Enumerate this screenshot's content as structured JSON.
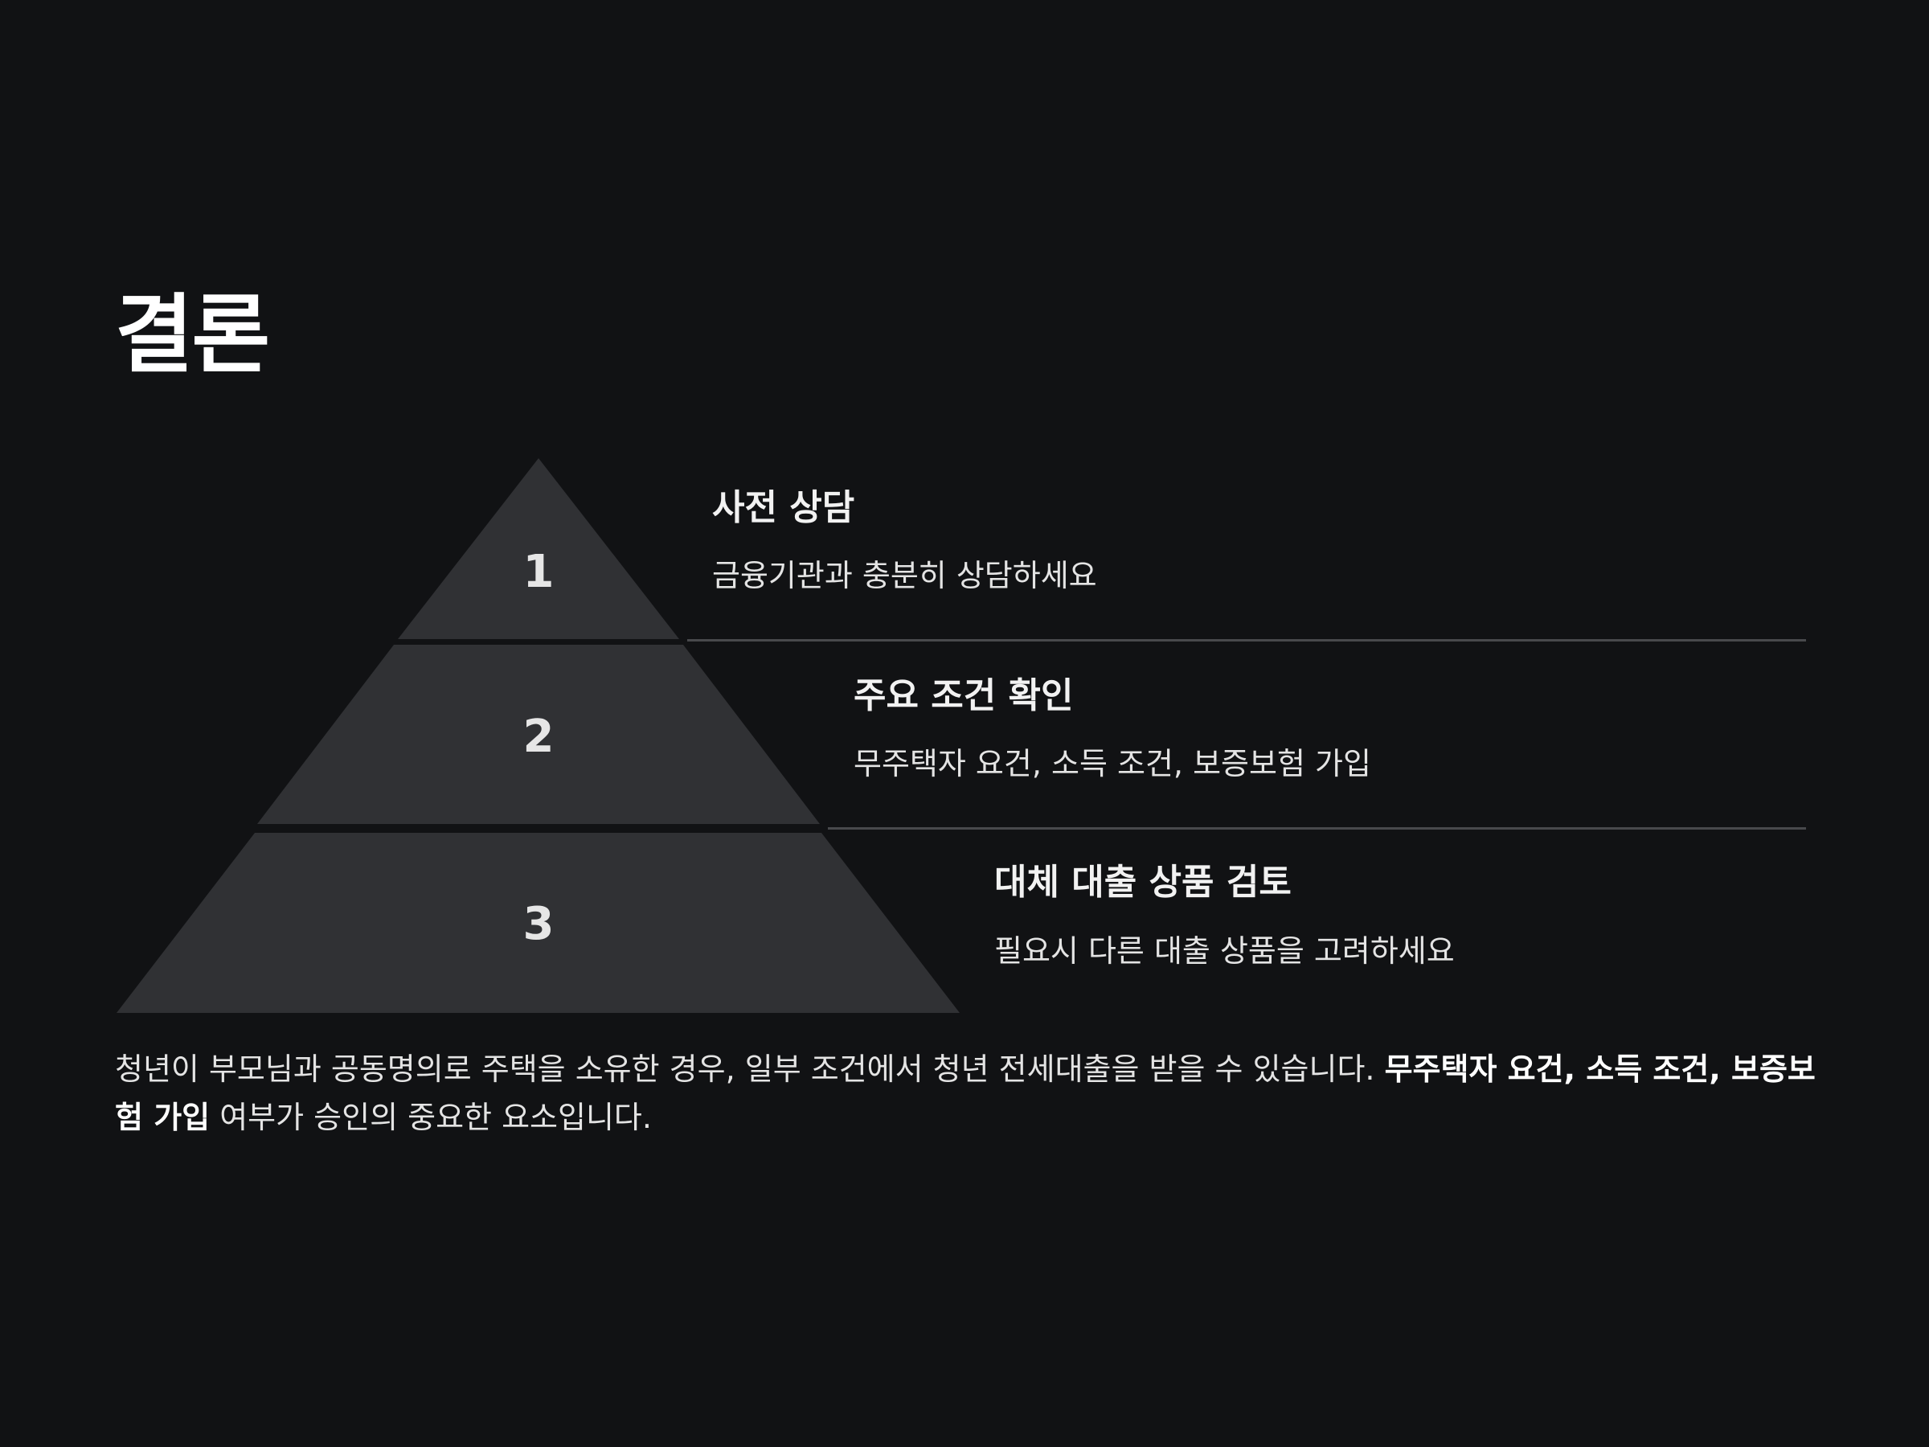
{
  "page": {
    "title": "결론"
  },
  "pyramid": {
    "levels": [
      {
        "number": "1",
        "heading": "사전 상담",
        "description": "금융기관과 충분히 상담하세요"
      },
      {
        "number": "2",
        "heading": "주요 조건 확인",
        "description": "무주택자 요건, 소득 조건, 보증보험 가입"
      },
      {
        "number": "3",
        "heading": "대체 대출 상품 검토",
        "description": "필요시 다른 대출 상품을 고려하세요"
      }
    ]
  },
  "summary": {
    "lead": "청년이 부모님과 공동명의로 주택을 소유한 경우, 일부 조건에서 청년 전세대출을 받을 수 있습니다. ",
    "term1": "무주택자 요건",
    "sep1": ", ",
    "term2": "소득 조건",
    "sep2": ", ",
    "term3": "보증보험 가입",
    "tail": " 여부가 승인의 중요한 요소입니다."
  },
  "colors": {
    "background": "#111214",
    "tier_fill": "#303134",
    "divider": "#48494c",
    "text": "#ffffff"
  }
}
